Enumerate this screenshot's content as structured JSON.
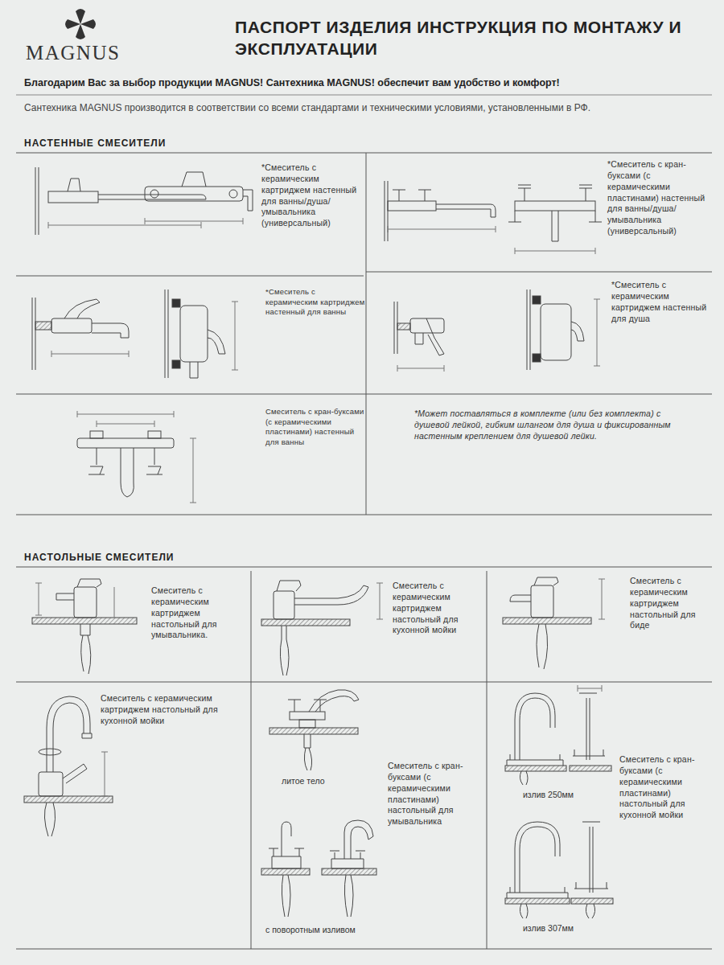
{
  "diagram": {
    "title": "ПАСПОРТ ИЗДЕЛИЯ ИНСТРУКЦИЯ ПО МОНТАЖУ И ЭКСПЛУАТАЦИИ",
    "nodes": [
      {
        "text": [
          "*Смеситель с керамическим картриджем настенный для ванны/душа/умывальника (универсальный)"
        ]
      },
      {
        "text": [
          "*Смеситель с кран-буксами (с керамическими пластинами) настенный для ванны/душа/умывальника (универсальный)"
        ]
      },
      {
        "text": [
          "*Смеситель с керамическим картриджем настенный для ванны"
        ]
      },
      {
        "text": [
          "*Смеситель с керамическим картриджем настенный для душа"
        ]
      },
      {
        "text": [
          "Смеситель с кран-буксами (с керамическими пластинами) настенный для ванны"
        ]
      },
      {
        "text": [
          "*Может поставляться в комплекте (или без комплекта) с душевой лейкой, гибким шлангом для душа и фиксированным настенным креплением для душевой лейки."
        ]
      },
      {
        "text": [
          "Смеситель с керамическим картриджем настольный для умывальника."
        ]
      },
      {
        "text": [
          "Смеситель с керамическим картриджем настольный для кухонной мойки"
        ]
      },
      {
        "text": [
          "Смеситель с керамическим картриджем настольный для биде"
        ]
      },
      {
        "text": [
          "Смеситель с керамическим картриджем настольный для кухонной мойки"
        ]
      },
      {
        "text": [
          "Смеситель с кран-буксами (с керамическими пластинами) настольный для умывальника"
        ]
      },
      {
        "text": [
          "Смеситель с кран-буксами (с керамическими пластинами) настольный для кухонной мойки"
        ]
      }
    ],
    "labels": [
      "MAGNUS",
      "Благодарим Вас за выбор продукции MAGNUS! Сантехника MAGNUS! обеспечит вам удобство и комфорт!",
      "Сантехника MAGNUS производится в соответствии со всеми стандартами и техническими условиями, установленными в РФ.",
      "НАСТЕННЫЕ СМЕСИТЕЛИ",
      "НАСТОЛЬНЫЕ СМЕСИТЕЛИ",
      "литое тело",
      "с поворотным изливом",
      "излив 250мм",
      "излив 307мм"
    ]
  }
}
